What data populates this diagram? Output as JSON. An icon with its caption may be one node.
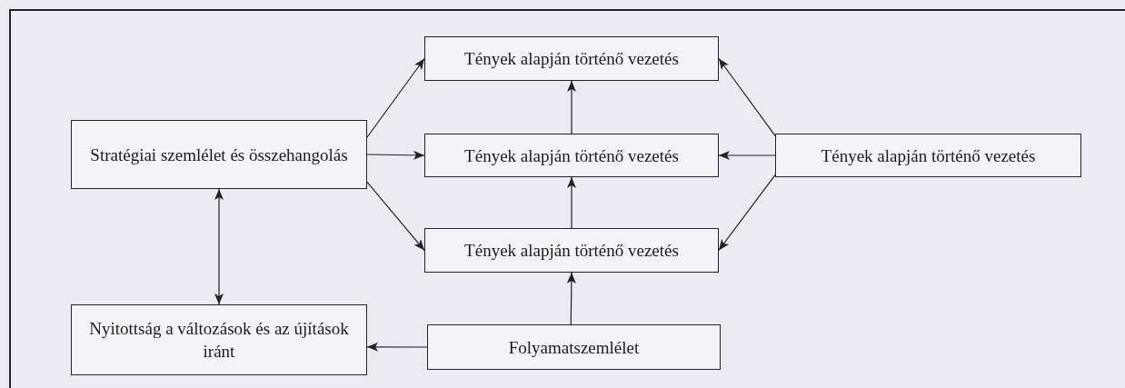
{
  "diagram": {
    "nodes": [
      {
        "text": [
          "Stratégiai szemlélet és összehangolás"
        ]
      },
      {
        "text": [
          "Tények alapján történő vezetés"
        ]
      },
      {
        "text": [
          "Tények alapján történő vezetés"
        ]
      },
      {
        "text": [
          "Tények alapján történő vezetés"
        ]
      },
      {
        "text": [
          "Tények alapján történő vezetés"
        ]
      },
      {
        "text": [
          "Nyitottság a változások és az újítások iránt"
        ]
      },
      {
        "text": [
          "Folyamatszemlélet"
        ]
      }
    ],
    "edges": [
      {
        "from": 0,
        "to": 1,
        "arrow": "to"
      },
      {
        "from": 0,
        "to": 2,
        "arrow": "to"
      },
      {
        "from": 0,
        "to": 4,
        "arrow": "to"
      },
      {
        "from": 3,
        "to": 1,
        "arrow": "to"
      },
      {
        "from": 3,
        "to": 2,
        "arrow": "to"
      },
      {
        "from": 3,
        "to": 4,
        "arrow": "to"
      },
      {
        "from": 2,
        "to": 1,
        "arrow": "to"
      },
      {
        "from": 4,
        "to": 2,
        "arrow": "to"
      },
      {
        "from": 6,
        "to": 4,
        "arrow": "to"
      },
      {
        "from": 6,
        "to": 5,
        "arrow": "to"
      },
      {
        "from": 0,
        "to": 5,
        "arrow": "both"
      }
    ]
  }
}
